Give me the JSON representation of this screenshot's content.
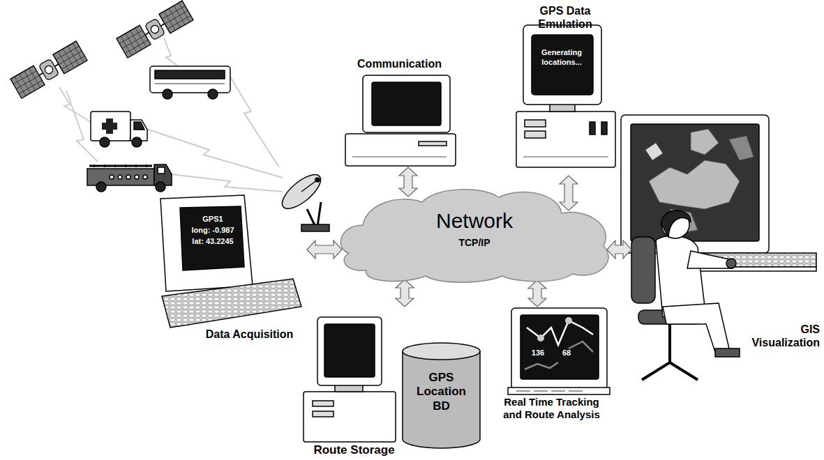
{
  "diagram": {
    "nodes": [
      {
        "text": [
          "Communication"
        ]
      },
      {
        "text": [
          "GPS Data Emulation",
          "Generating locations..."
        ]
      },
      {
        "text": [
          "Network",
          "TCP/IP"
        ]
      },
      {
        "text": [
          "GPS1",
          "long: -0.987",
          "lat: 43.2245",
          "Data Acquisition"
        ]
      },
      {
        "text": [
          "GIS Visualization"
        ]
      },
      {
        "text": [
          "Route Storage"
        ]
      },
      {
        "text": [
          "GPS Location BD"
        ],
        "in": 5
      },
      {
        "text": [
          "Real Time Tracking and Route Analysis"
        ]
      }
    ],
    "edges": [
      {
        "from": 0,
        "to": 2,
        "arrow": "both"
      },
      {
        "from": 1,
        "to": 2,
        "arrow": "both"
      },
      {
        "from": 3,
        "to": 2,
        "arrow": "both"
      },
      {
        "from": 2,
        "to": 4,
        "arrow": "both"
      },
      {
        "from": 2,
        "to": 5,
        "arrow": "both"
      },
      {
        "from": 2,
        "to": 7,
        "arrow": "both"
      }
    ],
    "labels": [
      "136",
      "68"
    ]
  }
}
